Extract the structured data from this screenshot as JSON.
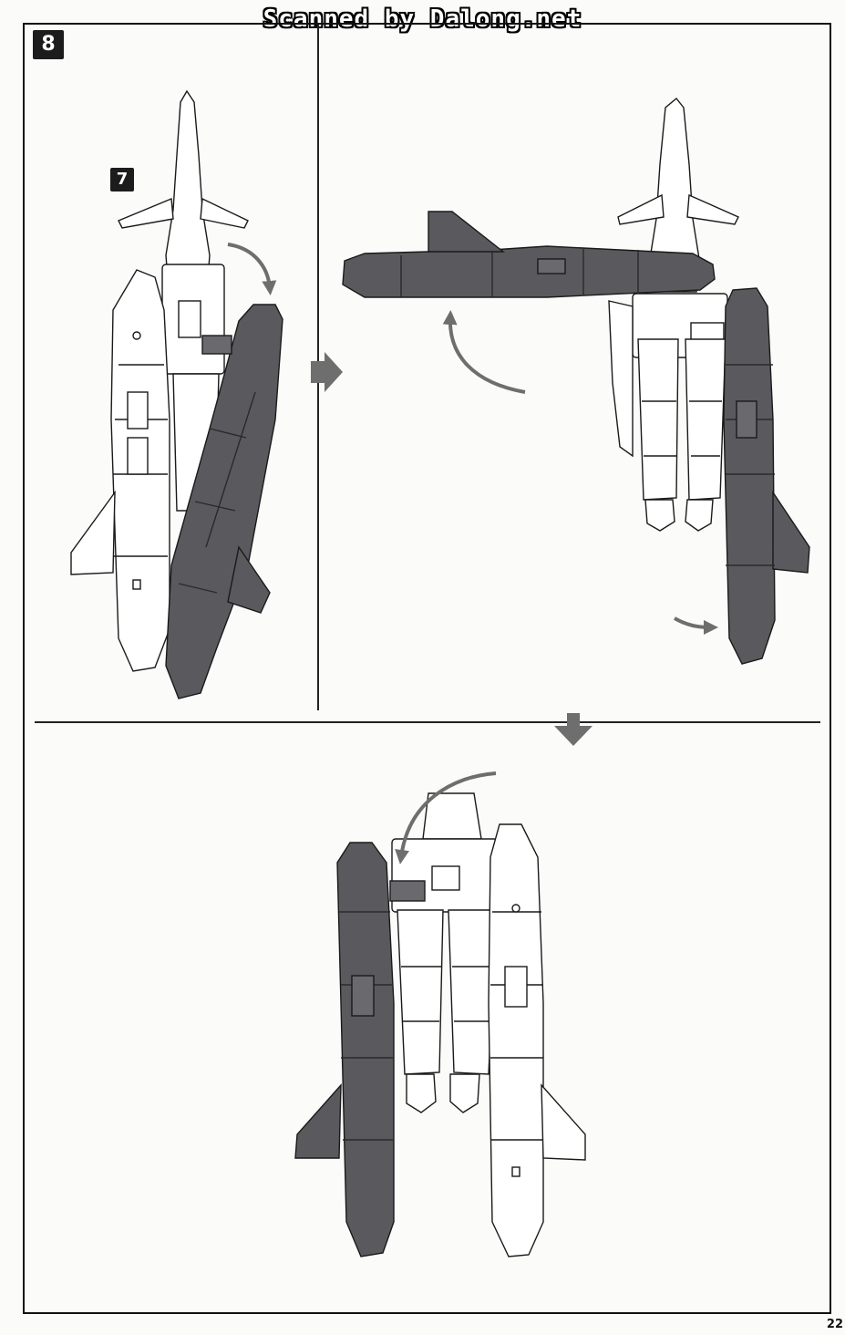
{
  "header": {
    "scan_credit": "Scanned by Dalong.net"
  },
  "steps": {
    "main_step": "8",
    "reference_step": "7"
  },
  "footer": {
    "page_number": "22"
  },
  "colors": {
    "line": "#1a1a1a",
    "dark_part": "#5a5a5e",
    "arrow": "#6e6e6e",
    "paper": "#fbfbfa"
  }
}
